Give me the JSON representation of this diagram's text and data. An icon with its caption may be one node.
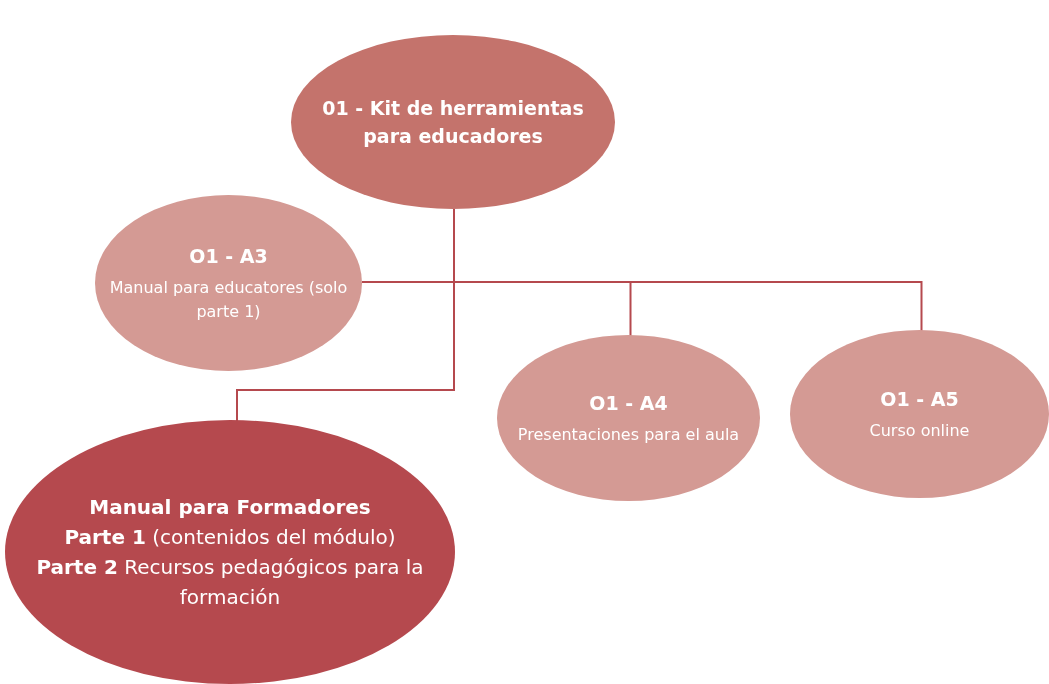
{
  "diagram": {
    "nodes": [
      {
        "text": [
          "01 - Kit de herramientas para educadores"
        ]
      },
      {
        "text": [
          "O1 - A3",
          "Manual para educatores (solo parte 1)"
        ]
      },
      {
        "text": [
          "O1 - A4",
          "Presentaciones para el aula"
        ]
      },
      {
        "text": [
          "O1 - A5",
          "Curso online"
        ]
      },
      {
        "text": [
          "Manual para Formadores",
          "**Parte 1** (contenidos del módulo)",
          "**Parte 2** Recursos pedagógicos para la formación"
        ]
      }
    ],
    "edges": [
      {
        "from": 0,
        "to": 1,
        "arrow": "none"
      },
      {
        "from": 0,
        "to": 2,
        "arrow": "none"
      },
      {
        "from": 0,
        "to": 3,
        "arrow": "none"
      },
      {
        "from": 0,
        "to": 4,
        "arrow": "none"
      }
    ]
  }
}
